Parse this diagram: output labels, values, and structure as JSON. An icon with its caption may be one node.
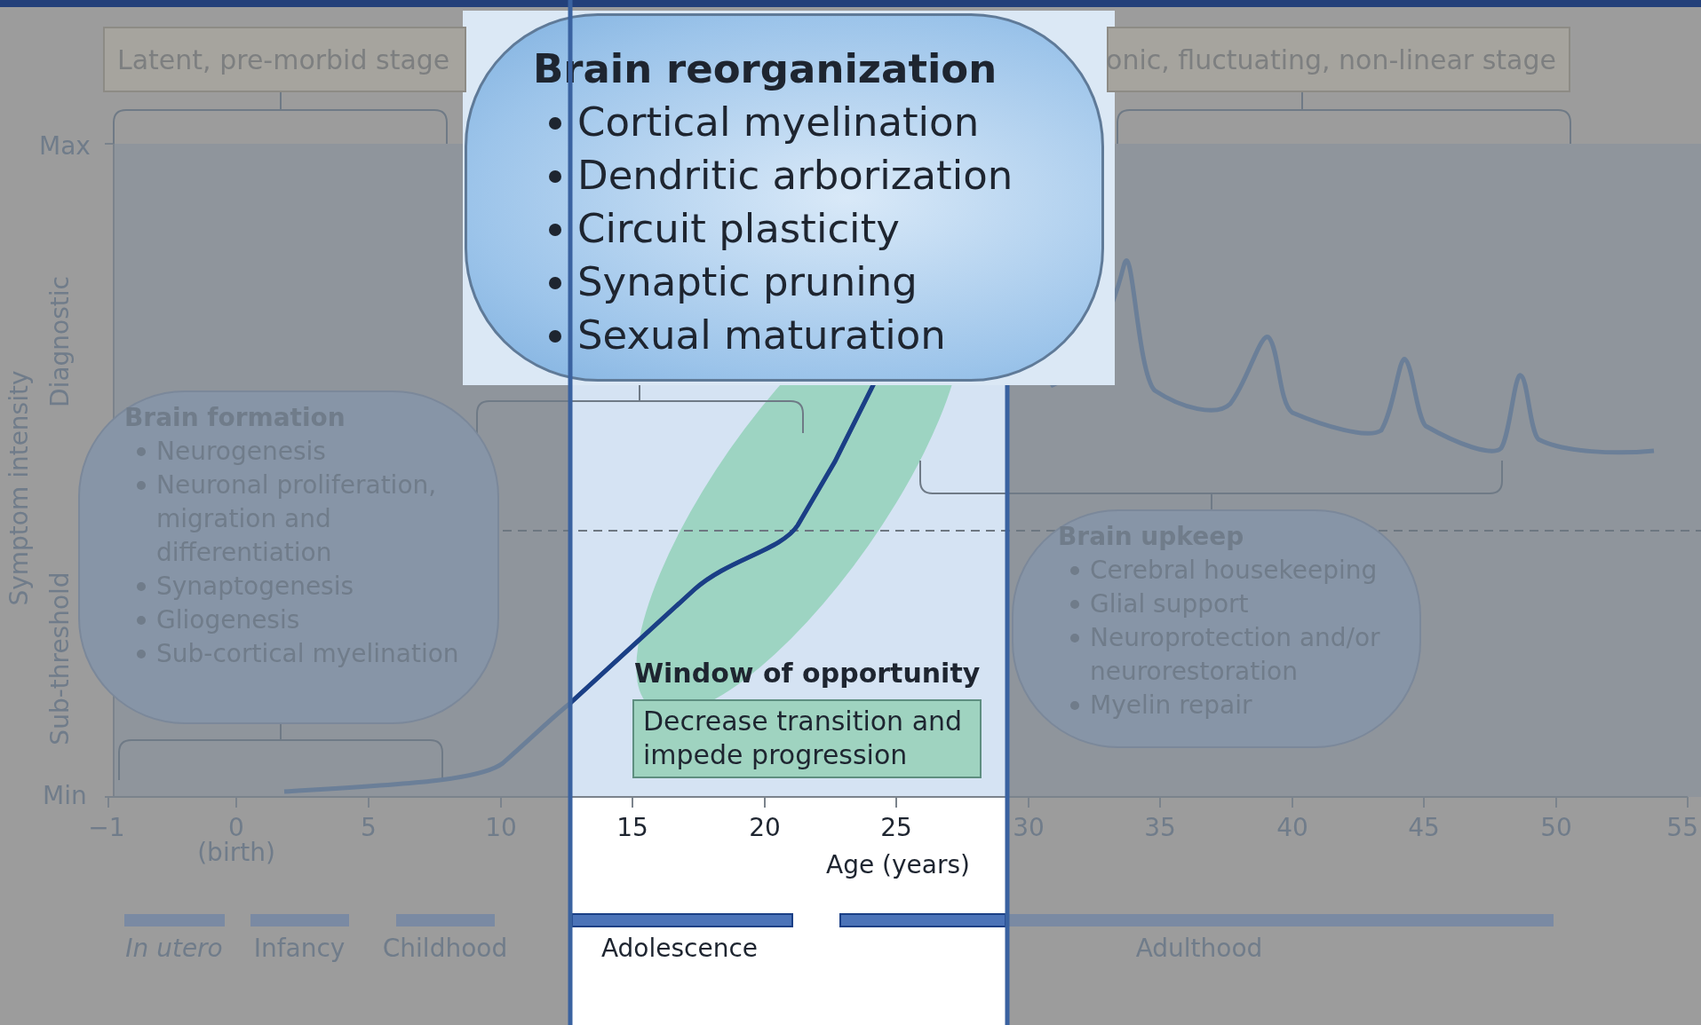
{
  "diagram": {
    "nodes": [
      {
        "text": [
          "Latent, pre-morbid stage"
        ]
      },
      {
        "text": [
          "onic, fluctuating, non-linear stage"
        ]
      },
      {
        "text": [
          "Brain reorganization",
          "Cortical myelination",
          "Dendritic arborization",
          "Circuit plasticity",
          "Synaptic pruning",
          "Sexual maturation"
        ]
      },
      {
        "text": [
          "Brain formation",
          "Neurogenesis",
          "Neuronal proliferation, migration and differentiation",
          "Synaptogenesis",
          "Gliogenesis",
          "Sub-cortical myelination"
        ]
      },
      {
        "text": [
          "Window of opportunity",
          "Decrease transition and impede progression"
        ]
      },
      {
        "text": [
          "Brain upkeep",
          "Cerebral housekeeping",
          "Glial support",
          "Neuroprotection and/or neurorestoration",
          "Myelin repair"
        ]
      }
    ],
    "labels": [
      "Max",
      "Diagnostic",
      "Symptom intensity",
      "Sub-threshold",
      "Min",
      "−1",
      "0",
      "5",
      "10",
      "15",
      "20",
      "25",
      "30",
      "35",
      "40",
      "45",
      "50",
      "55",
      "(birth)",
      "Age (years)",
      "In utero",
      "Infancy",
      "Childhood",
      "Adolescence",
      "Adulthood"
    ]
  }
}
